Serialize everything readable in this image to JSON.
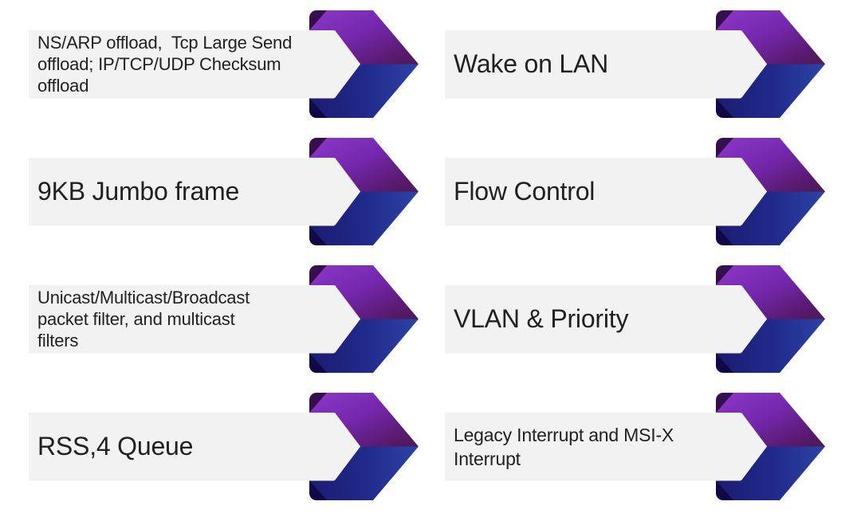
{
  "slide": {
    "background": "#ffffff"
  },
  "colors": {
    "bar_fill": "#f2f2f2",
    "text": "#212121",
    "purple_bright": "#8d37c9",
    "purple_mid": "#7428ad",
    "purple_deep": "#5a1a72",
    "purple_point": "#4e1b50",
    "blue_dark": "#1d1b70",
    "blue_mid": "#20298a",
    "blue_bright": "#2c43a5",
    "fold_purple": "#36104e",
    "fold_purple_low": "#2a0b40",
    "fold_navy_high": "#190d52",
    "fold_navy": "#0e0846"
  },
  "items": [
    {
      "label": "NS/ARP offload,  Tcp Large Send\noffload; IP/TCP/UDP Checksum\noffload",
      "text_size": "small"
    },
    {
      "label": "Wake on LAN",
      "text_size": "large"
    },
    {
      "label": "9KB Jumbo frame",
      "text_size": "large"
    },
    {
      "label": "Flow Control",
      "text_size": "large"
    },
    {
      "label": "Unicast/Multicast/Broadcast\npacket filter, and multicast\nfilters",
      "text_size": "small"
    },
    {
      "label": "VLAN & Priority",
      "text_size": "large"
    },
    {
      "label": "RSS,4 Queue",
      "text_size": "large"
    },
    {
      "label": "Legacy Interrupt and MSI-X\nInterrupt",
      "text_size": "medium"
    }
  ]
}
